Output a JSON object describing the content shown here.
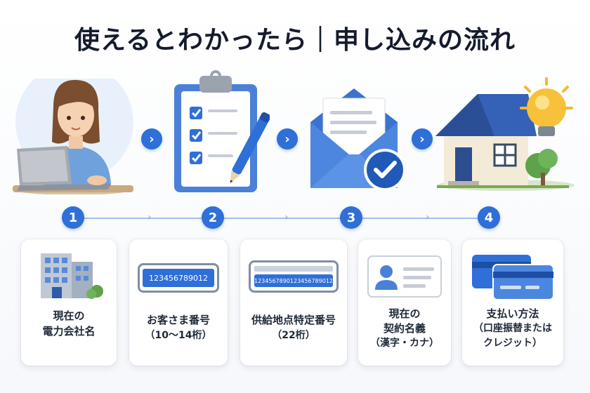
{
  "title": "使えるとわかったら｜申し込みの流れ",
  "steps": [
    "1",
    "2",
    "3",
    "4"
  ],
  "cards": [
    {
      "line1": "現在の",
      "line2": "電力会社名",
      "line3": ""
    },
    {
      "line1": "お客さま番号",
      "line2": "（10〜14桁）",
      "line3": ""
    },
    {
      "line1": "供給地点特定番号",
      "line2": "（22桁）",
      "line3": ""
    },
    {
      "line1": "現在の",
      "line2": "契約名義",
      "line3": "（漢字・カナ）"
    },
    {
      "line1": "支払い方法",
      "line2": "（口座振替または",
      "line3": "クレジット）"
    }
  ],
  "customer_number_sample": "123456789012",
  "supply_point_sample": "1234567890123456789012",
  "colors": {
    "accent": "#2f6fd8",
    "line": "#9fc0ea",
    "title": "#141b2b"
  },
  "icons": [
    "person-laptop-icon",
    "clipboard-checklist-icon",
    "envelope-check-icon",
    "house-lightbulb-icon",
    "office-building-icon",
    "customer-number-icon",
    "supply-point-number-icon",
    "id-card-icon",
    "payment-cards-icon"
  ]
}
